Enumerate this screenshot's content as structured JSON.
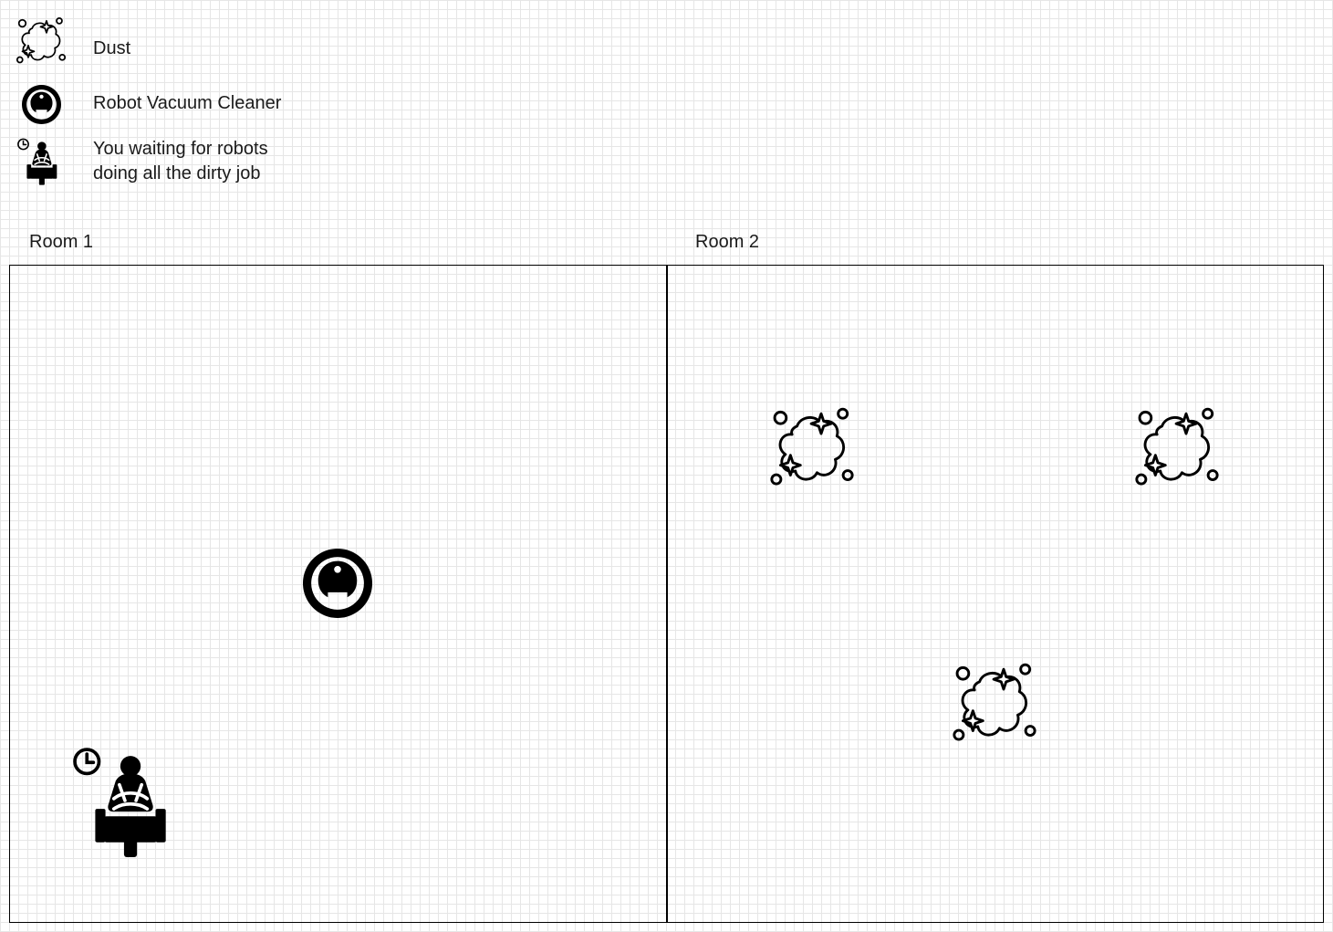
{
  "legend": [
    {
      "icon": "dust-icon",
      "label": "Dust"
    },
    {
      "icon": "robot-vacuum-icon",
      "label": "Robot Vacuum Cleaner"
    },
    {
      "icon": "person-waiting-icon",
      "label_lines": [
        "You waiting for robots",
        "doing all the dirty job"
      ]
    }
  ],
  "rooms": [
    {
      "label": "Room 1",
      "contents": [
        "robot-vacuum-icon",
        "person-waiting-icon"
      ]
    },
    {
      "label": "Room 2",
      "contents": [
        "dust-icon",
        "dust-icon",
        "dust-icon"
      ]
    }
  ],
  "colors": {
    "stroke": "#000000",
    "grid": "#e6e6e6",
    "background": "#ffffff"
  }
}
